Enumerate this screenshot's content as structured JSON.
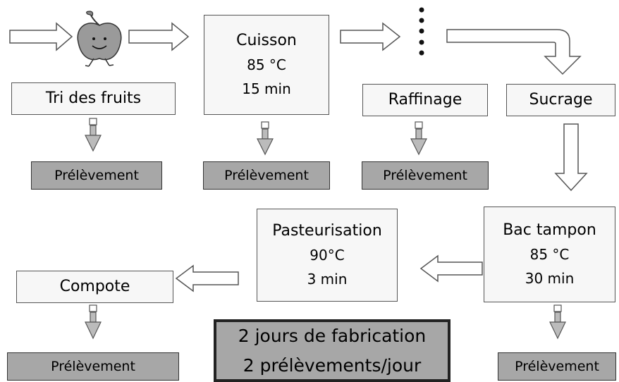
{
  "steps": {
    "sorting": "Tri des fruits",
    "cooking": {
      "title": "Cuisson",
      "temp": "85 °C",
      "time": "15 min"
    },
    "refining": "Raffinage",
    "sugaring": "Sucrage",
    "pasteurization": {
      "title": "Pasteurisation",
      "temp": "90°C",
      "time": "3 min"
    },
    "buffer_tank": {
      "title": "Bac tampon",
      "temp": "85 °C",
      "time": "30 min"
    },
    "compote": "Compote"
  },
  "sample_label": "Prélèvement",
  "info": {
    "line1": "2 jours de fabrication",
    "line2": "2 prélèvements/jour"
  },
  "colors": {
    "sample_fill": "#a7a7a7",
    "apple_fill": "#9a9a9a",
    "box_fill": "#f7f7f7"
  }
}
